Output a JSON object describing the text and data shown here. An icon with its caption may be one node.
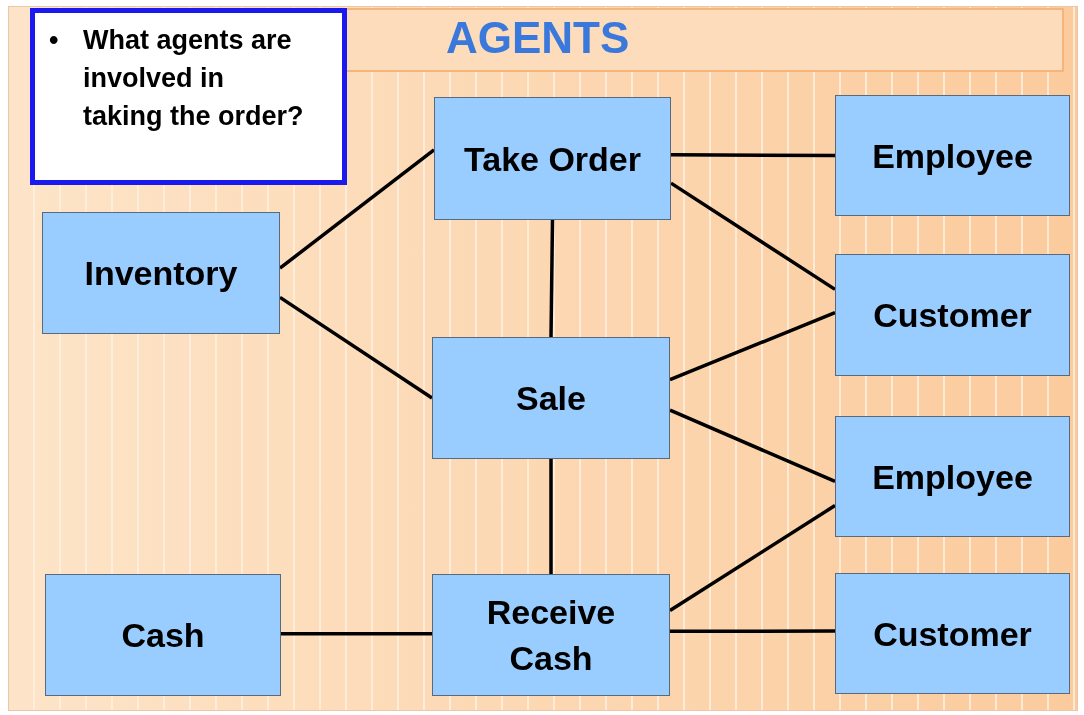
{
  "diagram": {
    "title": "AGENTS",
    "nodes": [
      {
        "text": [
          "•",
          "What agents are involved in taking the order?"
        ]
      },
      {
        "text": [
          "Take Order"
        ]
      },
      {
        "text": [
          "Employee"
        ]
      },
      {
        "text": [
          "Inventory"
        ]
      },
      {
        "text": [
          "Customer"
        ]
      },
      {
        "text": [
          "Sale"
        ]
      },
      {
        "text": [
          "Employee"
        ]
      },
      {
        "text": [
          "Cash"
        ]
      },
      {
        "text": [
          "Receive Cash"
        ]
      },
      {
        "text": [
          "Customer"
        ]
      }
    ],
    "edges": [
      {
        "from": 3,
        "to": 1,
        "arrow": "none"
      },
      {
        "from": 1,
        "to": 2,
        "arrow": "none"
      },
      {
        "from": 1,
        "to": 4,
        "arrow": "none"
      },
      {
        "from": 1,
        "to": 5,
        "arrow": "none"
      },
      {
        "from": 3,
        "to": 5,
        "arrow": "none"
      },
      {
        "from": 5,
        "to": 4,
        "arrow": "none"
      },
      {
        "from": 5,
        "to": 6,
        "arrow": "none"
      },
      {
        "from": 5,
        "to": 8,
        "arrow": "none"
      },
      {
        "from": 8,
        "to": 6,
        "arrow": "none"
      },
      {
        "from": 7,
        "to": 8,
        "arrow": "none"
      },
      {
        "from": 8,
        "to": 9,
        "arrow": "none"
      }
    ]
  }
}
